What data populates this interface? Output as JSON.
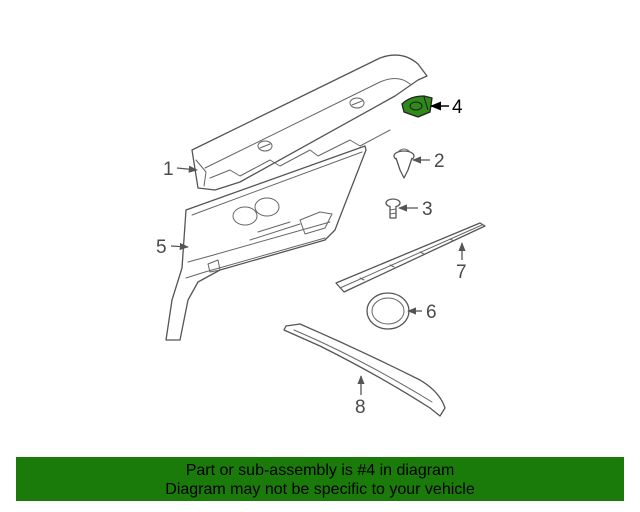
{
  "colors": {
    "highlight_part": "#2f8a1a",
    "banner_background": "#1a7a0a",
    "line": "#555555"
  },
  "callouts": {
    "c1": "1",
    "c2": "2",
    "c3": "3",
    "c4": "4",
    "c5": "5",
    "c6": "6",
    "c7": "7",
    "c8": "8"
  },
  "highlighted_callout": "4",
  "banner": {
    "line1": "Part or sub-assembly is #4 in diagram",
    "line2": "Diagram may not be specific to your vehicle"
  }
}
